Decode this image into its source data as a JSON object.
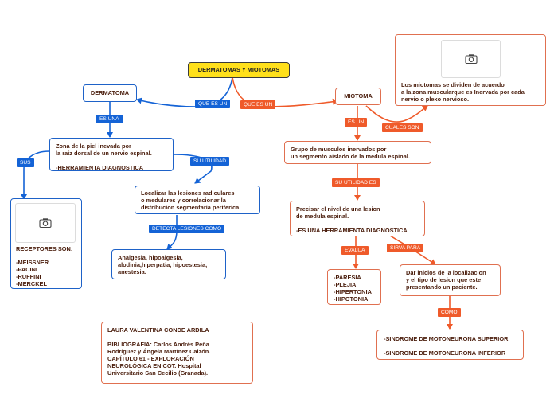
{
  "root": {
    "label": "DERMATOMAS Y MIOTOMAS"
  },
  "dermatoma": {
    "title": "DERMATOMA",
    "definition": "Zona de la piel inevada por\nla raiz dorsal de un nervio espinal.\n\n-HERRAMIENTA DIAGNOSTICA",
    "utility": "Localizar las lesiones radiculares\no medulares y correlacionar la\ndistribucion segmentaria periferica.",
    "lesions": "Analgesia, hipoalgesia,\nalodinia,hiperpatia, hipoestesia,\nanestesia.",
    "receptors_title": "RECEPTORES SON:",
    "receptors": "-MEISSNER\n-PACINI\n-RUFFINI\n-MERCKEL"
  },
  "miotoma": {
    "title": "MIOTOMA",
    "info": "Los miotomas se dividen de acuerdo\na la zona muscularque es Inervada por cada\nnervio o plexo nervioso.",
    "definition": "Grupo de musculos inervados por\nun segmento aislado de la medula espinal.",
    "utility": "Precisar el nivel de una lesion\nde medula espinal.\n\n-ES UNA HERRAMIENTA DIAGNOSTICA",
    "evaluates": "-PARESIA\n-PLEJIA\n-HIPERTONIA\n-HIPOTONIA",
    "indicates": "Dar inicios de la localizacion\ny el tipo de lesion que este\npresentando un paciente.",
    "syndromes": "-SINDROME DE MOTONEURONA SUPERIOR\n\n-SINDROME DE MOTONEURONA INFERIOR"
  },
  "credits": "LAURA VALENTINA CONDE ARDILA\n\nBIBLIOGRAFIA: Carlos Andrés Peña\nRodríguez y Ángela Martínez Calzón.\nCAPÍTULO 61 - EXPLORACIÓN\nNEUROLÓGICA EN COT. Hospital\nUniversitario San Cecilio (Granada).",
  "tags": {
    "que_es_un_left": "QUE ES UN",
    "que_es_un_right": "QUE ES UN",
    "es_una": "ES UNA",
    "sus": "SUS",
    "su_utilidad_left": "SU UTILIDAD",
    "detecta": "DETECTA LESIONES COMO",
    "es_un": "ES UN",
    "cuales_son": "CUALES SON",
    "su_utilidad_es": "SU UTILIDAD ES",
    "evalua": "EVALUA",
    "sirva_para": "SIRVA PARA",
    "como": "COMO"
  },
  "colors": {
    "blue": "#1e62c8",
    "red": "#e07050",
    "root_fill": "#ffe01b"
  },
  "icons": {
    "image_placeholder": "camera-icon"
  }
}
